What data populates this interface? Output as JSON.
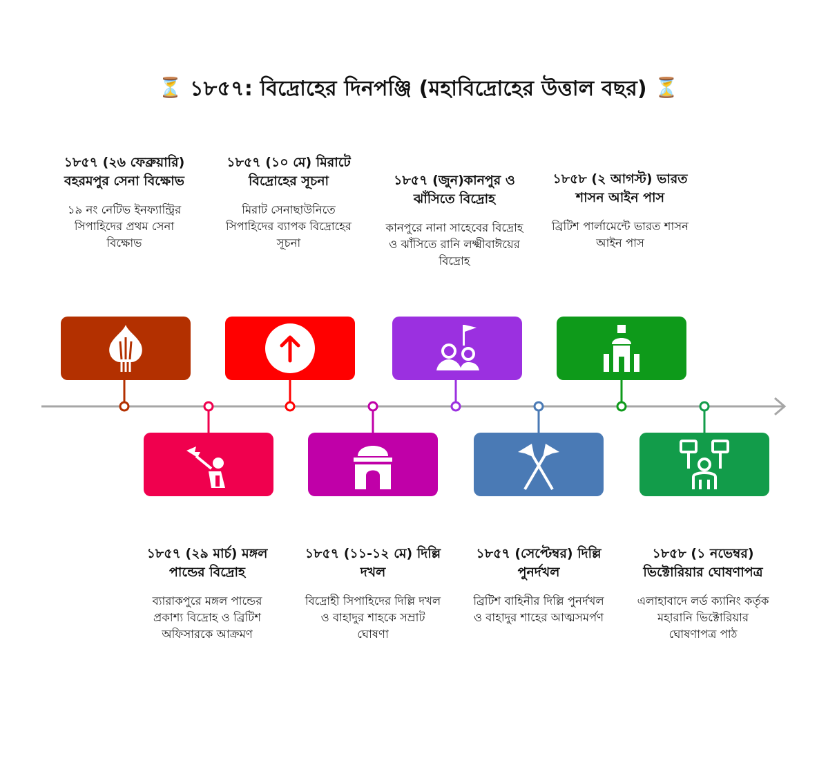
{
  "title": {
    "icon_left": "hourglass-icon",
    "text": "১৮৫৭: বিদ্রোহের দিনপঞ্জি (মহাবিদ্রোহের উত্তাল বছর)",
    "icon_right": "hourglass-icon",
    "glyph": "⏳"
  },
  "events": [
    {
      "heading": "১৮৫৭ (২৬ ফেব্রুয়ারি) বহরমপুর সেনা বিক্ষোভ",
      "description": "১৯ নং নেটিভ ইনফ্যান্ট্রির সিপাহিদের প্রথম সেনা বিক্ষোভ",
      "icon": "bulb-icon",
      "color": "#b33000"
    },
    {
      "heading": "১৮৫৭ (২৯ মার্চ) মঙ্গল পান্ডের বিদ্রোহ",
      "description": "ব্যারাকপুরে মঙ্গল পান্ডের প্রকাশ্য বিদ্রোহ ও ব্রিটিশ অফিসারকে আক্রমণ",
      "icon": "soldier-attack-icon",
      "color": "#f0004e"
    },
    {
      "heading": "১৮৫৭ (১০ মে) মিরাটে বিদ্রোহের সূচনা",
      "description": "মিরাট সেনাছাউনিতে সিপাহিদের ব্যাপক বিদ্রোহের সূচনা",
      "icon": "arrow-up-circle-icon",
      "color": "#ff0000"
    },
    {
      "heading": "১৮৫৭ (১১-১২ মে) দিল্লি দখল",
      "description": "বিদ্রোহী সিপাহিদের দিল্লি দখল ও বাহাদুর শাহকে সম্রাট ঘোষণা",
      "icon": "gate-icon",
      "color": "#c000a8"
    },
    {
      "heading": "১৮৫৭ (জুন)কানপুর ও ঝাঁসিতে বিদ্রোহ",
      "description": "কানপুরে নানা সাহেবের বিদ্রোহ ও ঝাঁসিতে রানি লক্ষ্মীবাঈয়ের বিদ্রোহ",
      "icon": "people-flag-icon",
      "color": "#9b30e0"
    },
    {
      "heading": "১৮৫৭ (সেপ্টেম্বর) দিল্লি পুনর্দখল",
      "description": "ব্রিটিশ বাহিনীর দিল্লি পুনর্দখল ও বাহাদুর শাহের আত্মসমর্পণ",
      "icon": "crossed-flags-icon",
      "color": "#4a7ab5"
    },
    {
      "heading": "১৮৫৮ (২ আগস্ট) ভারত শাসন আইন পাস",
      "description": "ব্রিটিশ পার্লামেন্টে ভারত শাসন আইন পাস",
      "icon": "parliament-icon",
      "color": "#0e9a1a"
    },
    {
      "heading": "১৮৫৮ (১ নভেম্বর) ভিক্টোরিয়ার ঘোষণাপত্র",
      "description": "এলাহাবাদে লর্ড ক্যানিং কর্তৃক মহারানি ভিক্টোরিয়ার ঘোষণাপত্র পাঠ",
      "icon": "proclamation-icon",
      "color": "#129c4a"
    }
  ]
}
